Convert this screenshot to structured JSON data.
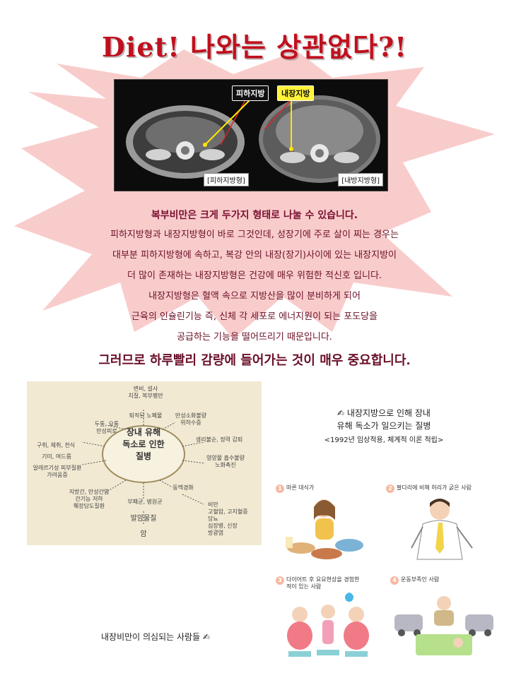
{
  "header": {
    "title": "Diet! 나와는 상관없다?!"
  },
  "ct_figure": {
    "label_subcutaneous": "피하지방",
    "label_visceral": "내장지방",
    "caption_left": "[피하지방형]",
    "caption_right": "[내방지방형]"
  },
  "text": {
    "heading": "복부비만은 크게 두가지 형태로 나눌 수 있습니다.",
    "lines": [
      "피하지방형과 내장지방형이 바로 그것인데, 성장기에 주로 살이 찌는 경우는",
      "대부분 피하지방형에 속하고, 복강 안의 내장(장기)사이에 있는 내장지방이",
      "더 많이 존재하는 내장지방형은 건강에 매우 위험한 적신호 입니다.",
      "내장지방형은 혈액 속으로 지방산을 많이 분비하게 되어",
      "근육의 인슐린기능 즉, 신체 각 세포로 에너지원이 되는 포도당을",
      "공급하는 기능을 떨어뜨리기 때문입니다."
    ],
    "emphasis": "그러므로 하루빨리 감량에 들어가는 것이 매우 중요합니다."
  },
  "diagram": {
    "center": [
      "장내 유해",
      "독소로 인한",
      "질병"
    ],
    "labels": {
      "constipation": "변비, 설사\n치질, 복부팽만",
      "aging": "퇴직된 노폐물",
      "chronic_digestion": "만성소화불량\n위하수증",
      "headache": "두통, 요통\n만성피로",
      "bad_breath": "구취, 체취, 천식",
      "spots": "기미, 여드름",
      "allergy": "알레르기성 피부질환\n가려움증",
      "menstrual": "생리불순, 정력 감퇴",
      "nutrition": "영양물 흡수불량\n노화촉진",
      "liver": "지방간, 만성간염\n간기능 저하\n췌장담도질환",
      "arteriosclerosis": "동맥경화",
      "putrefaction": "부패균, 병원균",
      "obesity": "비만\n고혈압, 고지혈증\n당뇨\n심장병, 신장\n방광염",
      "carcinogen": "발암물질",
      "cancer": "암"
    }
  },
  "right_caption": {
    "line1": "✍ 내장지방으로 인해 장내",
    "line2": "유해 독소가 일으키는 질병",
    "line3": "<1992년 임상적용, 체계적 이론 적립>"
  },
  "panels": [
    {
      "num": "1",
      "label": "마른 대식가"
    },
    {
      "num": "2",
      "label": "팔다리에 비해 허리가 굵은 사람"
    },
    {
      "num": "3",
      "label": "다이어트 후 요요현상을 경험한\n적이 있는 사람"
    },
    {
      "num": "4",
      "label": "운동부족인 사람"
    }
  ],
  "bottom_caption": "내장비만이 의심되는 사람들 ✍",
  "colors": {
    "title": "#c0101e",
    "burst": "#f7c8c8",
    "body_text": "#6a1026",
    "diagram_bg": "#f1e9d2",
    "highlight": "#fff33a"
  }
}
